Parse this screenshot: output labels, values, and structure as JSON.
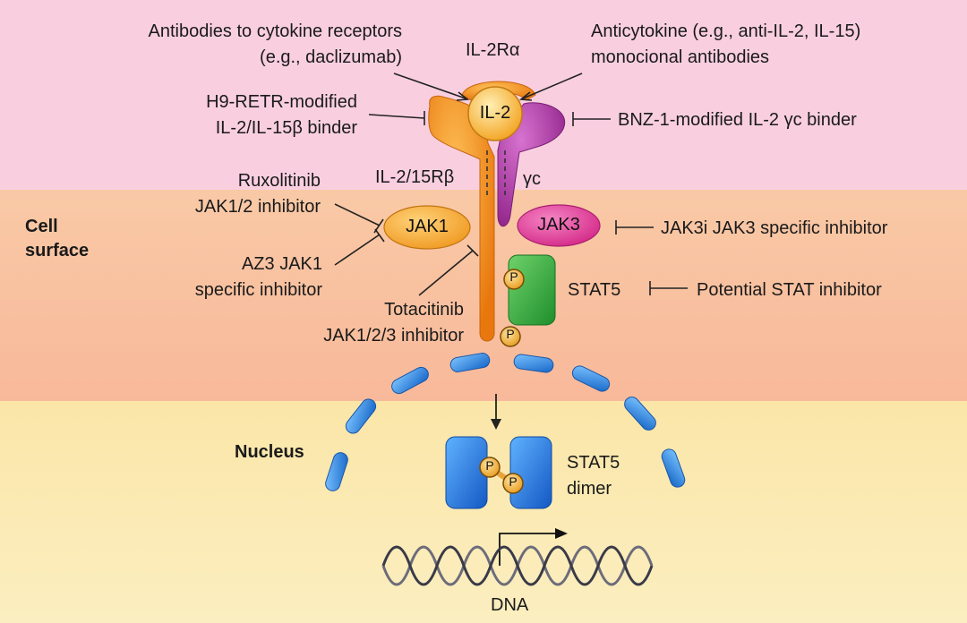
{
  "labels": {
    "antibodies_receptors_1": "Antibodies to cytokine receptors",
    "antibodies_receptors_2": "(e.g., daclizumab)",
    "il2ra": "IL-2Rα",
    "anticytokine_1": "Anticytokine (e.g., anti-IL-2, IL-15)",
    "anticytokine_2": "monocional antibodies",
    "h9_1": "H9-RETR-modified",
    "h9_2": "IL-2/IL-15β binder",
    "il2": "IL-2",
    "bnz": "BNZ-1-modified IL-2 γc binder",
    "il2_15rb": "IL-2/15Rβ",
    "gc": "γc",
    "ruxolitinib_1": "Ruxolitinib",
    "ruxolitinib_2": "JAK1/2 inhibitor",
    "cell_surface_1": "Cell",
    "cell_surface_2": "surface",
    "jak1": "JAK1",
    "jak3": "JAK3",
    "jak3i": "JAK3i JAK3 specific inhibitor",
    "az3_1": "AZ3 JAK1",
    "az3_2": "specific inhibitor",
    "stat5": "STAT5",
    "potential_stat": "Potential STAT inhibitor",
    "tofacitinib_1": "Totacitinib",
    "tofacitinib_2": "JAK1/2/3 inhibitor",
    "nucleus": "Nucleus",
    "stat5_dimer_1": "STAT5",
    "stat5_dimer_2": "dimer",
    "dna": "DNA",
    "phospho": "P"
  },
  "colors": {
    "extracellular": "#f9cfe0",
    "cell_surface": "#f9c0a0",
    "nucleus": "#fbe9b0",
    "il2r_beta": "#f28a1e",
    "gamma_c": "#b03aa8",
    "jak1": "#f6a530",
    "jak3": "#e0409a",
    "stat5": "#2aa33a",
    "nuclear_membrane": "#2f8ad8",
    "stat5_dimer": "#1f7fe0",
    "phosphate": "#f4b23a"
  }
}
